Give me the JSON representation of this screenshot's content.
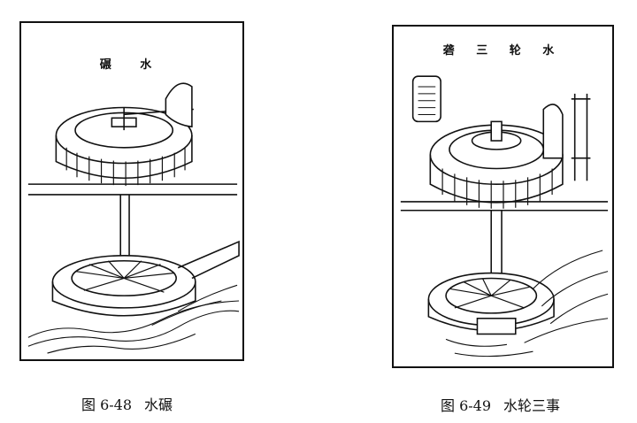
{
  "figures": [
    {
      "plate_title": "碾 水",
      "caption_number": "图 6-48",
      "caption_title": "水碾"
    },
    {
      "plate_title": "砻 三 轮 水",
      "caption_number": "图 6-49",
      "caption_title": "水轮三事"
    }
  ]
}
